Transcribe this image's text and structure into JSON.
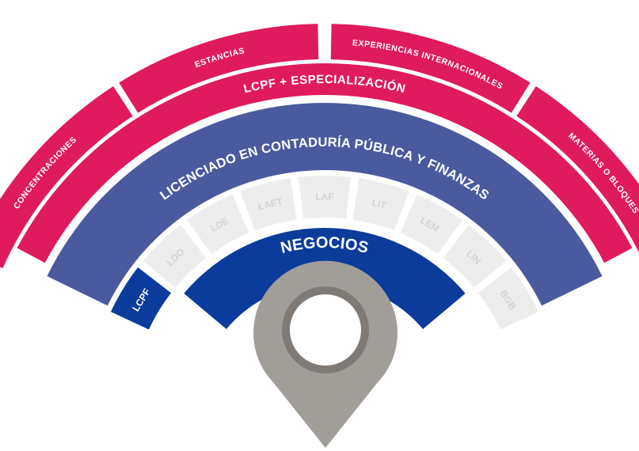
{
  "outer_segments": [
    {
      "label": "CONCENTRACIONES"
    },
    {
      "label": "ESTANCIAS"
    },
    {
      "label": "EXPERIENCIAS INTERNACIONALES"
    },
    {
      "label": "MATERIAS O BLOQUES"
    }
  ],
  "specialization_band": {
    "label": "LCPF + ESPECIALIZACIÓN"
  },
  "degree_band": {
    "label": "LICENCIADO EN CONTADURÍA PÚBLICA Y FINANZAS"
  },
  "program_blocks": [
    {
      "label": "LCPF",
      "active": true
    },
    {
      "label": "LDO",
      "active": false
    },
    {
      "label": "LDE",
      "active": false
    },
    {
      "label": "LAET",
      "active": false
    },
    {
      "label": "LAF",
      "active": false
    },
    {
      "label": "LIT",
      "active": false
    },
    {
      "label": "LEM",
      "active": false
    },
    {
      "label": "LIN",
      "active": false
    },
    {
      "label": "BGB",
      "active": false
    }
  ],
  "area_band": {
    "label": "NEGOCIOS"
  },
  "colors": {
    "magenta": "#E01A5E",
    "slate_blue": "#4B5A9E",
    "navy": "#0B3C9C",
    "light_gray": "#EDEDED",
    "light_gray_text": "#D3D3D3",
    "pin_gray": "#A19D99",
    "pin_inner": "#7F7A75"
  }
}
